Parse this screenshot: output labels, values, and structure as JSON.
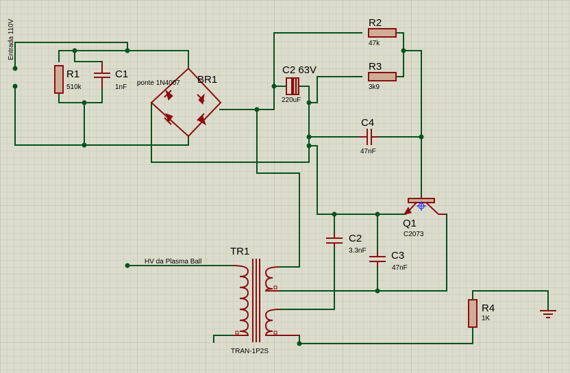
{
  "input_label": "Entrada 110V",
  "components": {
    "R1": {
      "ref": "R1",
      "value": "510k"
    },
    "C1": {
      "ref": "C1",
      "value": "1nF"
    },
    "BR1": {
      "ref": "BR1",
      "value": "ponte 1N4007"
    },
    "C2_63": {
      "ref": "C2 63V",
      "value": "220uF"
    },
    "R2": {
      "ref": "R2",
      "value": "47k"
    },
    "R3": {
      "ref": "R3",
      "value": "3k9"
    },
    "C4": {
      "ref": "C4",
      "value": "47nF"
    },
    "Q1": {
      "ref": "Q1",
      "value": "C2073"
    },
    "C2": {
      "ref": "C2",
      "value": "3.3nF"
    },
    "C3": {
      "ref": "C3",
      "value": "47nF"
    },
    "R4": {
      "ref": "R4",
      "value": "1K"
    },
    "TR1": {
      "ref": "TR1",
      "value": "TRAN-1P2S"
    }
  },
  "hv_label": "HV da Plasma Ball",
  "colors": {
    "wire": "#00531d",
    "component": "#8a0e10",
    "resistor_fill": "#cfae98",
    "grid": "#c4c4b4",
    "background": "#dcdccd"
  }
}
